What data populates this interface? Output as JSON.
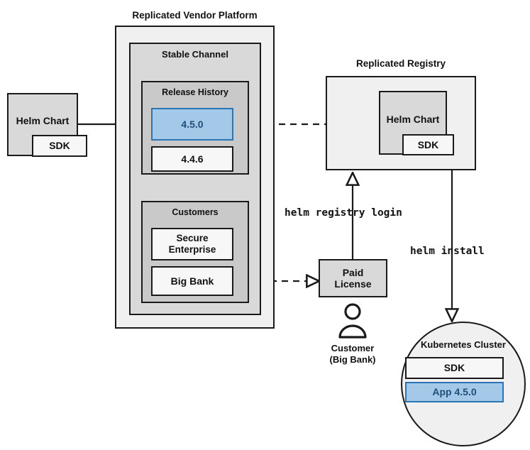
{
  "diagram": {
    "title_platform": "Replicated Vendor Platform",
    "title_registry": "Replicated Registry",
    "platform": {
      "channel_label": "Stable Channel",
      "release_history": {
        "label": "Release History",
        "releases": [
          {
            "version": "4.5.0",
            "highlighted": true
          },
          {
            "version": "4.4.6",
            "highlighted": false
          }
        ]
      },
      "customers": {
        "label": "Customers",
        "items": [
          {
            "name": "Secure Enterprise"
          },
          {
            "name": "Big Bank"
          }
        ]
      }
    },
    "source_chart": {
      "label": "Helm Chart",
      "sdk_label": "SDK"
    },
    "registry": {
      "chart_label": "Helm Chart",
      "sdk_label": "SDK"
    },
    "license": {
      "label": "Paid License"
    },
    "customer_actor": {
      "line1": "Customer",
      "line2": "(Big Bank)",
      "icon": "person-icon"
    },
    "cluster": {
      "label": "Kubernetes Cluster",
      "components": [
        {
          "name": "SDK",
          "highlighted": false
        },
        {
          "name": "App 4.5.0",
          "highlighted": true
        }
      ]
    },
    "commands": [
      {
        "text": "helm registry login"
      },
      {
        "text": "helm install"
      }
    ],
    "colors": {
      "accent_blue_fill": "#a4c8e8",
      "accent_blue_stroke": "#2c75b5",
      "accent_blue_text": "#1f4e79",
      "gray_fill": "#d9d9d9",
      "light_gray_fill": "#f0f0f0",
      "mid_gray_fill": "#c9c9c9",
      "stroke": "#1a1a1a"
    }
  }
}
